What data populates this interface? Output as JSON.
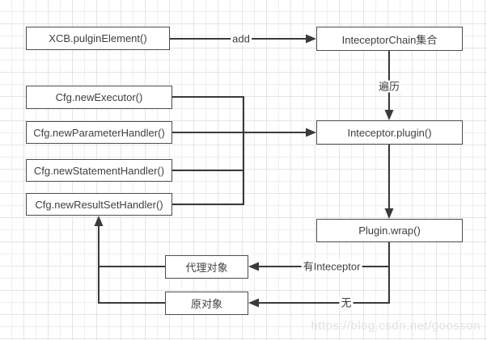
{
  "diagram": {
    "title_hint": "MyBatis interceptor plugin flow",
    "line_color": "#3a3a3a",
    "box_border_color": "#4c4c4c",
    "background_color": "#ffffff",
    "grid_minor_color": "#efefef",
    "grid_major_color": "#e4e4e4"
  },
  "nodes": {
    "xcb": "XCB.pulginElement()",
    "chain": "InteceptorChain集合",
    "executor": "Cfg.newExecutor()",
    "parameter": "Cfg.newParameterHandler()",
    "statement": "Cfg.newStatementHandler()",
    "resultset": "Cfg.newResultSetHandler()",
    "plugin": "Inteceptor.plugin()",
    "wrap": "Plugin.wrap()",
    "proxy": "代理对象",
    "original": "原对象"
  },
  "edge_labels": {
    "add": "add",
    "traverse": "遍历",
    "has_interceptor": "有Inteceptor",
    "none": "无"
  },
  "watermark": {
    "text": "https://blog.csdn.net/goosson",
    "color": "#e2e2e2"
  }
}
